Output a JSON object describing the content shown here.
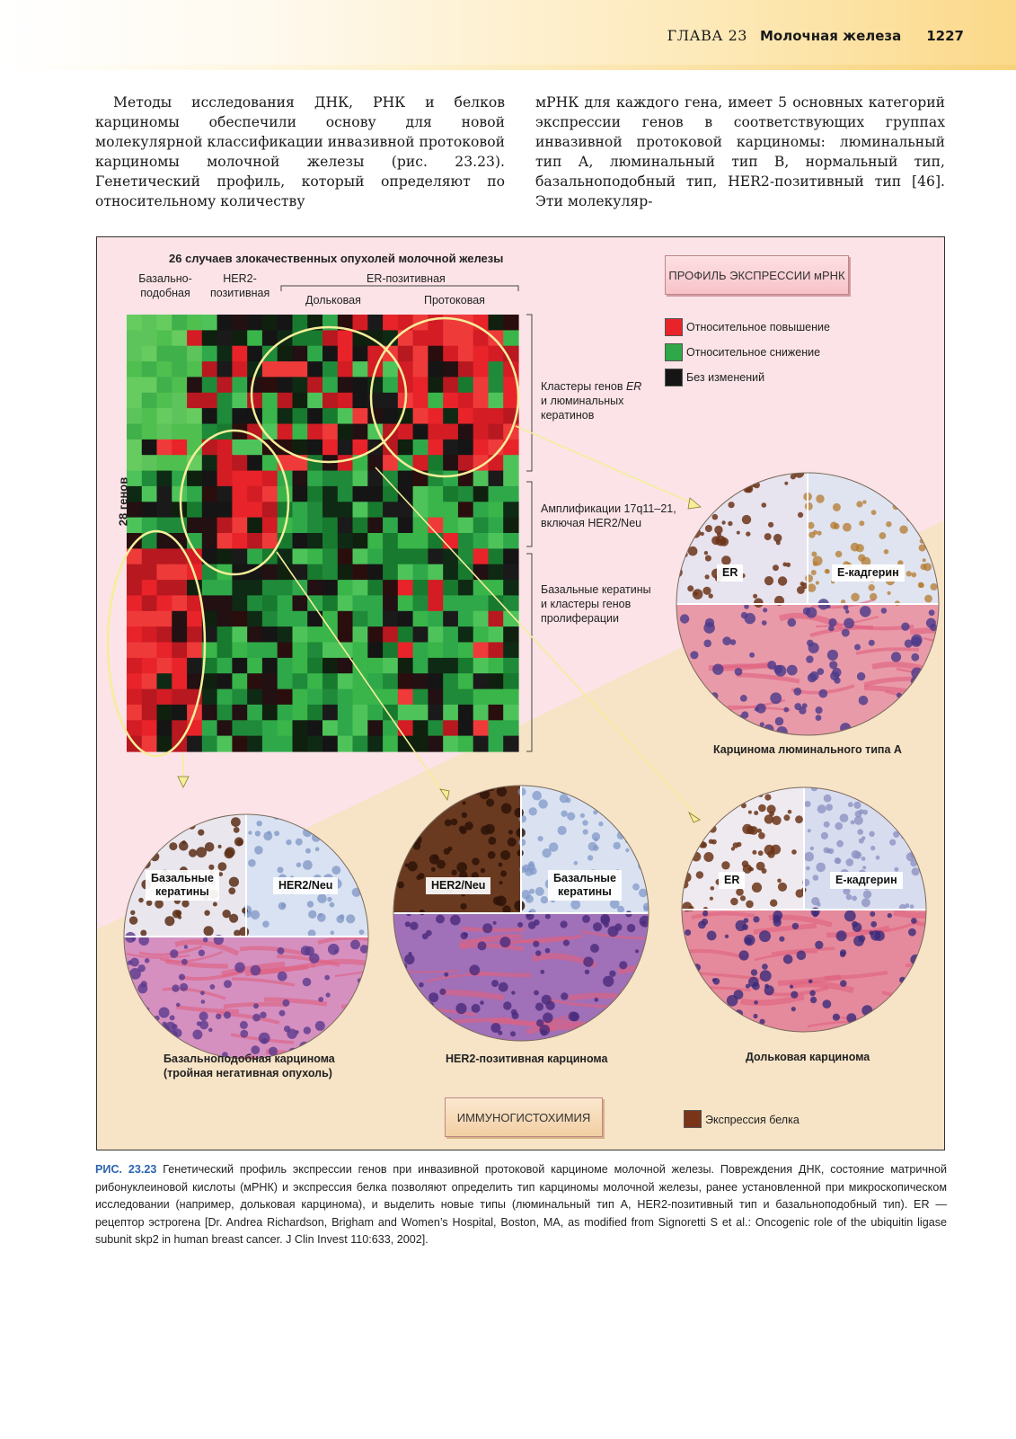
{
  "header": {
    "chapter": "ГЛАВА 23",
    "title": "Молочная железа",
    "page": "1227"
  },
  "body": {
    "left": "Методы исследования ДНК, РНК и белков карциномы обеспечили основу для новой молекулярной классификации инвазивной протоковой карциномы молочной железы (рис. 23.23). Генетический профиль, который определяют по относительному количеству",
    "right": "мРНК для каждого гена, имеет 5 основных категорий экспрессии генов в соответствующих группах инвазивной протоковой карциномы: люминальный тип А, люминальный тип В, нормальный тип, базальноподобный тип, HER2-позитивный тип [46]. Эти молекуляр-"
  },
  "figure": {
    "heatmap_title": "26 случаев злокачественных опухолей молочной железы",
    "col_groups": {
      "basal": "Базально-\nподобная",
      "her2": "HER2-\nпозитивная",
      "er": "ER-позитивная",
      "lobular": "Дольковая",
      "ductal": "Протоковая"
    },
    "rows_label": "28 генов",
    "clusters": {
      "er_prefix": "Кластеры генов ",
      "er_italic": "ER",
      "er_rest": "\nи люминальных\nкератинов",
      "amp": "Амплификации 17q11–21,\nвключая HER2/Neu",
      "basal": "Базальные кератины\nи кластеры генов\nпролиферации"
    },
    "profile_button": "ПРОФИЛЬ ЭКСПРЕССИИ мРНК",
    "legend": {
      "up": "Относительное повышение",
      "down": "Относительное снижение",
      "none": "Без изменений",
      "up_color": "#e8232a",
      "down_color": "#2fa84a",
      "none_color": "#151515"
    },
    "circles": {
      "luminal": {
        "left": "ER",
        "right": "Е-кадгерин",
        "caption": "Карцинома люминального типа А"
      },
      "basal": {
        "left": "Базальные\nкератины",
        "right": "HER2/Neu",
        "caption": "Базальноподобная карцинома\n(тройная негативная опухоль)"
      },
      "her2": {
        "left": "HER2/Neu",
        "right": "Базальные\nкератины",
        "caption": "HER2-позитивная карцинома"
      },
      "lobular": {
        "left": "ER",
        "right": "Е-кадгерин",
        "caption": "Дольковая карцинома"
      }
    },
    "ihc_button": "ИММУНОГИСТОХИМИЯ",
    "protein_legend": "Экспрессия белка",
    "protein_color": "#7a3418"
  },
  "caption": {
    "label": "РИС. 23.23",
    "text": " Генетический профиль экспрессии генов при инвазивной протоковой карциноме молочной железы. Повреждения ДНК, состояние матричной рибонуклеиновой кислоты (мРНК) и экспрессия белка позволяют определить тип карциномы молочной железы, ранее установленной при микроскопическом исследовании (например, дольковая карцинома), и выделить новые типы (люминальный тип А, HER2-позитивный тип и базальноподобный тип). ER — рецептор эстрогена [Dr. Andrea Richardson, Brigham and Women’s Hospital, Boston, MA, as modified from Signoretti S et al.: Oncogenic role of the ubiquitin ligase subunit skp2 in human breast cancer. J Clin Invest 110:633, 2002]."
  }
}
